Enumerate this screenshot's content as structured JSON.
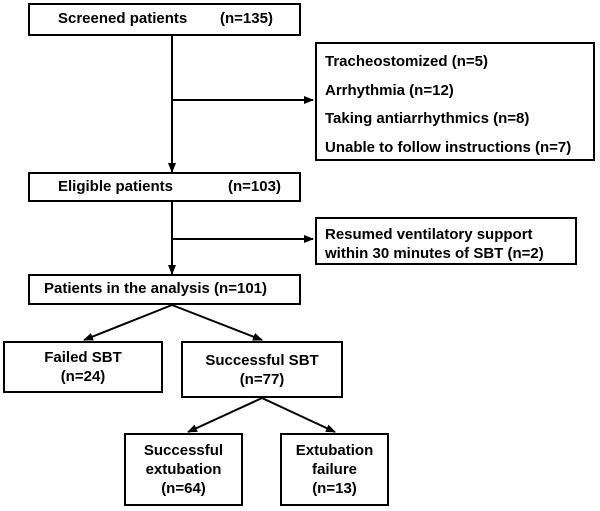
{
  "screened": {
    "label": "Screened patients",
    "count": "(n=135)"
  },
  "exclusions": {
    "items": [
      "Tracheostomized (n=5)",
      "Arrhythmia (n=12)",
      "Taking antiarrhythmics (n=8)",
      "Unable to follow instructions (n=7)"
    ]
  },
  "eligible": {
    "label": "Eligible patients",
    "count": "(n=103)"
  },
  "resumed": {
    "line1": "Resumed ventilatory support",
    "line2": "within 30 minutes of SBT (n=2)"
  },
  "analysis": {
    "label": "Patients in the analysis (n=101)"
  },
  "failed_sbt": {
    "line1": "Failed SBT",
    "line2": "(n=24)"
  },
  "successful_sbt": {
    "line1": "Successful SBT",
    "line2": "(n=77)"
  },
  "successful_extubation": {
    "line1": "Successful",
    "line2": "extubation",
    "line3": "(n=64)"
  },
  "extubation_failure": {
    "line1": "Extubation",
    "line2": "failure",
    "line3": "(n=13)"
  }
}
